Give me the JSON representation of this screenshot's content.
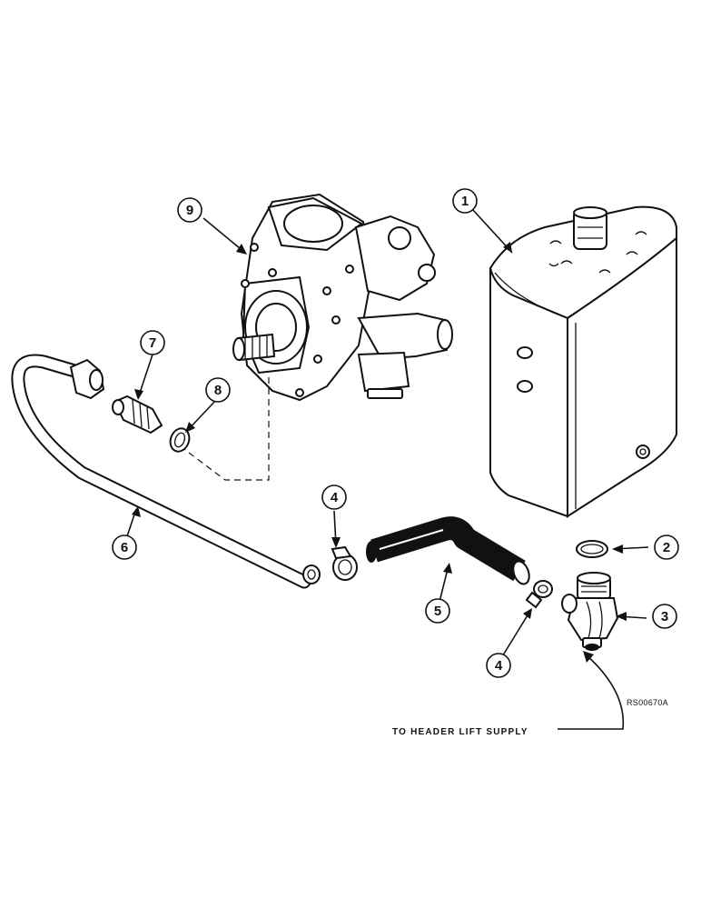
{
  "callouts": [
    {
      "id": "callout-1",
      "label": "1"
    },
    {
      "id": "callout-2",
      "label": "2"
    },
    {
      "id": "callout-3",
      "label": "3"
    },
    {
      "id": "callout-4a",
      "label": "4"
    },
    {
      "id": "callout-4b",
      "label": "4"
    },
    {
      "id": "callout-5",
      "label": "5"
    },
    {
      "id": "callout-6",
      "label": "6"
    },
    {
      "id": "callout-7",
      "label": "7"
    },
    {
      "id": "callout-8",
      "label": "8"
    },
    {
      "id": "callout-9",
      "label": "9"
    }
  ],
  "note": "TO HEADER LIFT SUPPLY",
  "reference_code": "RS00670A"
}
